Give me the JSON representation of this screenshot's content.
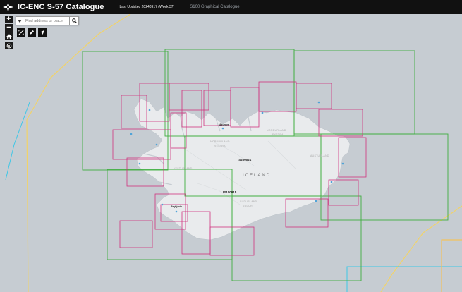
{
  "header": {
    "title": "IC-ENC S-57 Catalogue",
    "last_updated": "Last Updated 20240917 (Week 37)",
    "catalogue_link": "S100 Graphical Catalogue"
  },
  "search": {
    "placeholder": "Find address or place"
  },
  "controls": {
    "zoom_in": "+",
    "zoom_out": "−"
  },
  "map": {
    "country_label": "ICELAND",
    "chart_labels": [
      "IS200021",
      "IS100015"
    ],
    "region_labels": [
      "NORDURLAND",
      "VESTRA",
      "NORDURLAND",
      "EYSTRA",
      "AUSTURLAND",
      "VESTURLAND",
      "SUDURLAND",
      "SUDUR"
    ],
    "place_labels": [
      "Reykjavik",
      "Akureyri"
    ],
    "colors": {
      "land": "#e9ebed",
      "sea": "#c6ccd2",
      "overview_cells": "#3fae3f",
      "harbour_cells": "#d0347f",
      "boundary_yellow": "#f1d36a",
      "boundary_cyan": "#3fc7e6",
      "boundary_orange": "#f2c15d"
    }
  }
}
